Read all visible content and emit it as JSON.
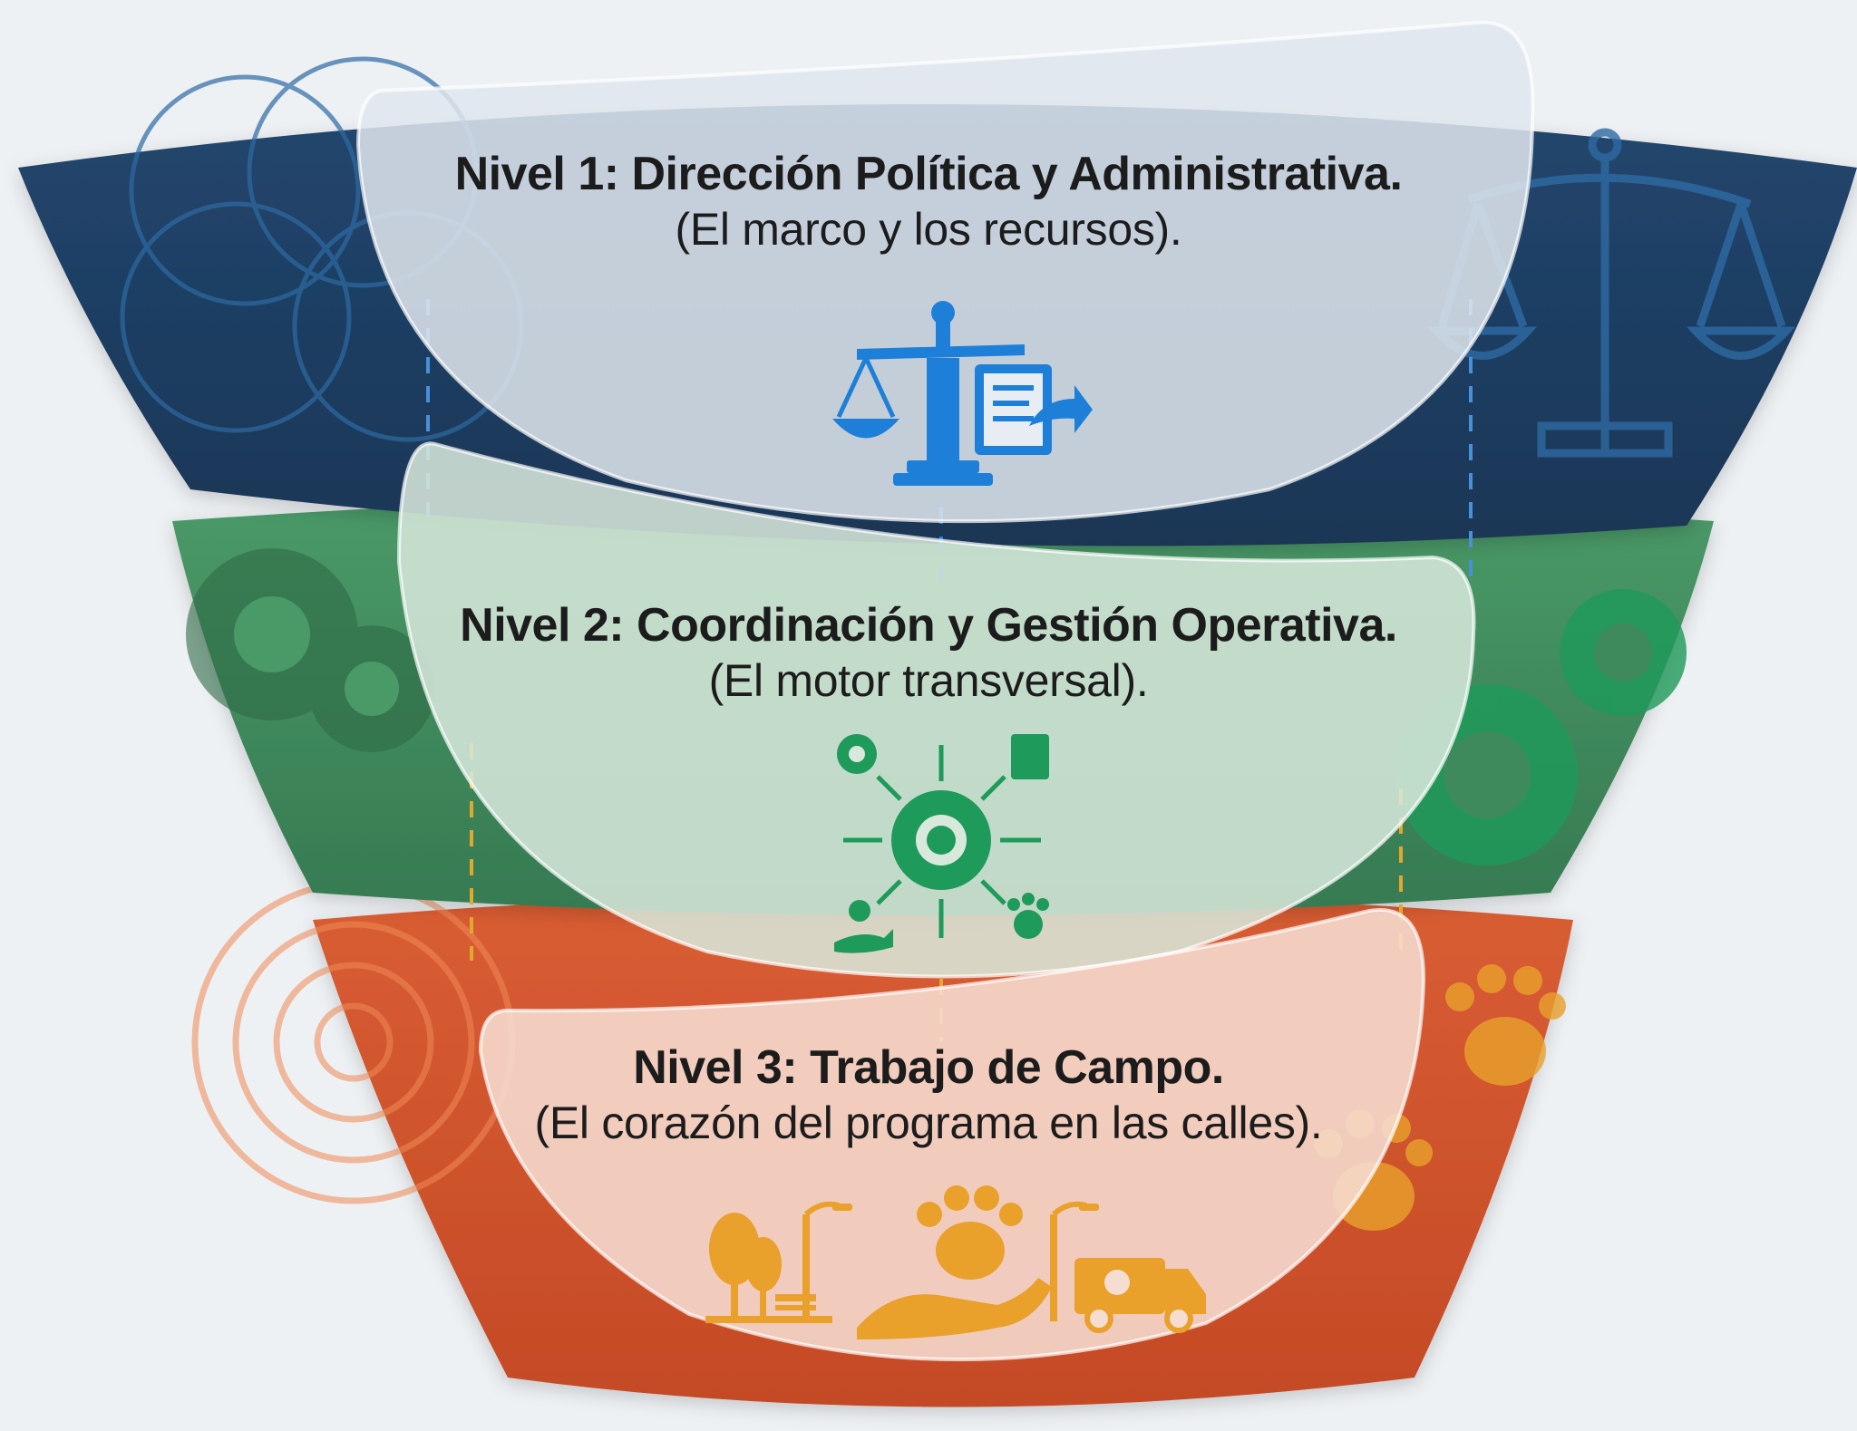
{
  "colors": {
    "level1": "#1f3f63",
    "level2": "#3f8a5c",
    "level3": "#d0552e",
    "level1_icon": "#1e7fd8",
    "level2_icon": "#1e9a5a",
    "level3_icon": "#e9a12c"
  },
  "levels": [
    {
      "title": "Nivel 1: Dirección Política y Administrativa.",
      "subtitle": "(El marco y los recursos).",
      "icon": "scales-document-icon"
    },
    {
      "title": "Nivel 2: Coordinación y Gestión Operativa.",
      "subtitle": "(El motor transversal).",
      "icon": "gear-network-icon"
    },
    {
      "title": "Nivel 3: Trabajo de Campo.",
      "subtitle": "(El corazón del programa en las calles).",
      "icon": "field-work-icons"
    }
  ]
}
